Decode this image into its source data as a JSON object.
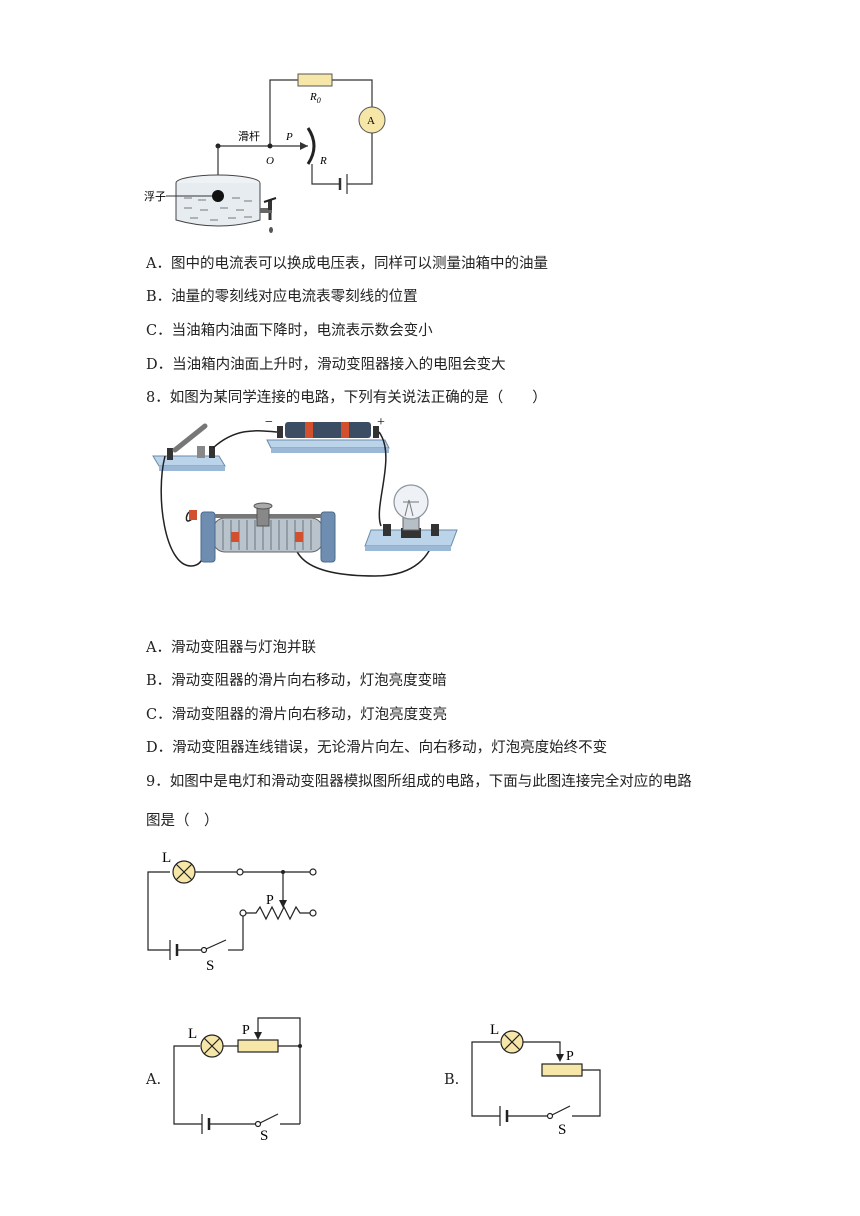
{
  "fig7": {
    "r0_label": "R",
    "r0_sub": "0",
    "ammeter": "A",
    "slider": "滑杆",
    "p_label": "P",
    "o_label": "O",
    "r_label": "R",
    "float_label": "浮子"
  },
  "q7_options": [
    "A．图中的电流表可以换成电压表，同样可以测量油箱中的油量",
    "B．油量的零刻线对应电流表零刻线的位置",
    "C．当油箱内油面下降时，电流表示数会变小",
    "D．当油箱内油面上升时，滑动变阻器接入的电阻会变大"
  ],
  "q8": {
    "stem": "8．如图为某同学连接的电路，下列有关说法正确的是（　　）",
    "minus": "−",
    "plus": "+",
    "options": [
      "A．滑动变阻器与灯泡并联",
      "B．滑动变阻器的滑片向右移动，灯泡亮度变暗",
      "C．滑动变阻器的滑片向右移动，灯泡亮度变亮",
      "D．滑动变阻器连线错误，无论滑片向左、向右移动，灯泡亮度始终不变"
    ]
  },
  "q9": {
    "stem_line1": "9．如图中是电灯和滑动变阻器模拟图所组成的电路，下面与此图连接完全对应的电路",
    "stem_line2": "图是（　）",
    "fig_l": "L",
    "fig_p": "P",
    "fig_s": "S",
    "option_a": "A.",
    "option_b": "B."
  }
}
